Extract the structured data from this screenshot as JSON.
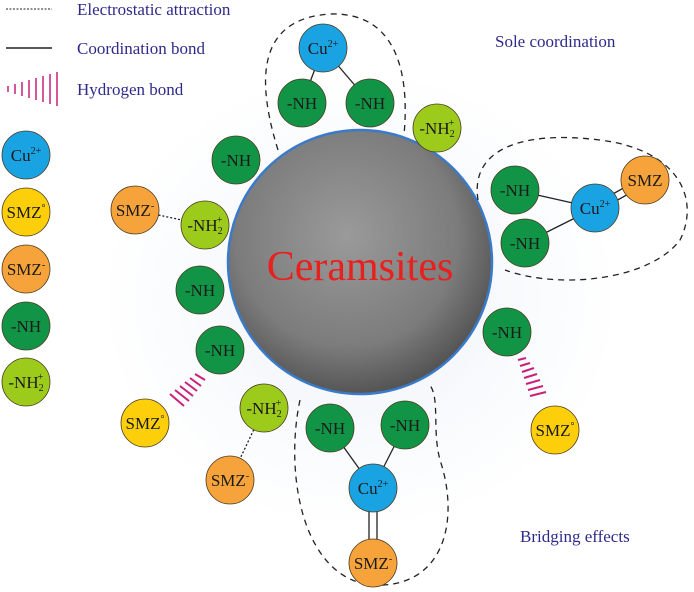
{
  "legend": {
    "electrostatic": "Electrostatic attraction",
    "coordination": "Coordination bond",
    "hydrogen": "Hydrogen bond"
  },
  "species": {
    "cu": {
      "base": "Cu",
      "sup": "2+",
      "sub": "",
      "color": "#1aa3e3"
    },
    "smz0": {
      "base": "SMZ",
      "sup": "°",
      "sub": "",
      "color": "#fdcf0a"
    },
    "smzm": {
      "base": "SMZ",
      "sup": "-",
      "sub": "",
      "color": "#f6a33c"
    },
    "smz": {
      "base": "SMZ",
      "sup": "",
      "sub": "",
      "color": "#f6a33c"
    },
    "nh": {
      "base": "-NH",
      "sup": "",
      "sub": "",
      "color": "#119446"
    },
    "nh2": {
      "base": "-NH",
      "sup": "+",
      "sub": "2",
      "color": "#9ccb1b"
    }
  },
  "core_label": "Ceramsites",
  "annotations": {
    "sole": "Sole coordination",
    "bridging": "Bridging effects"
  },
  "colors": {
    "text": "#2e2a8a",
    "core_text": "#e8201e",
    "hbond": "#c9217a",
    "core_edge": "#3a7ac9"
  }
}
